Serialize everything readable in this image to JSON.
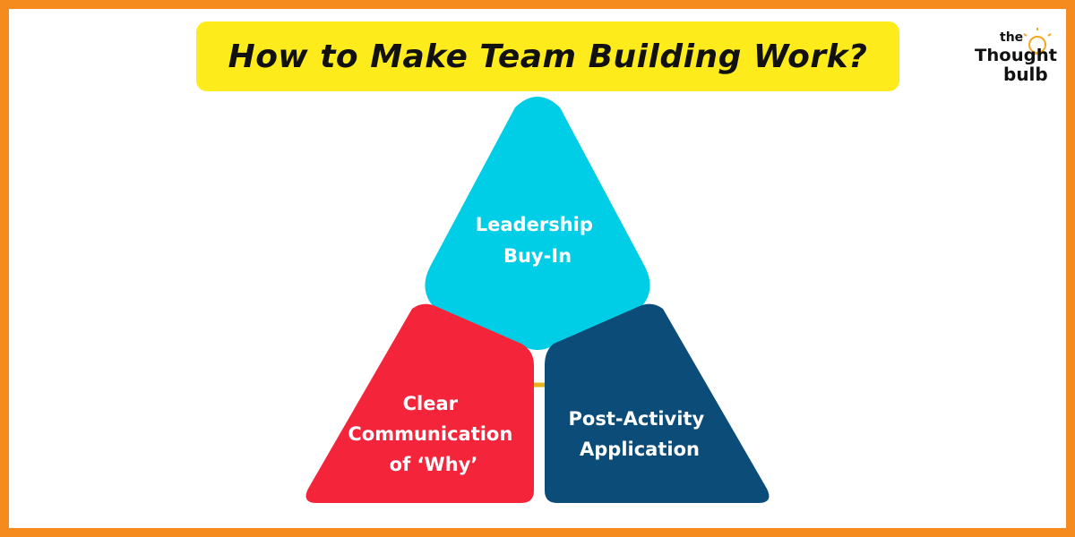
{
  "title": "How to Make Team Building Work?",
  "logo": {
    "line1": "the",
    "line2": "Thought",
    "line3": "bulb",
    "icon": "lightbulb-icon"
  },
  "nodes": [
    {
      "id": "top",
      "lines": [
        "Leadership",
        "Buy-In"
      ],
      "color": "#00cde6"
    },
    {
      "id": "left",
      "lines": [
        "Clear",
        "Communication",
        "of ‘Why’"
      ],
      "color": "#f4253a"
    },
    {
      "id": "right",
      "lines": [
        "Post-Activity",
        "Application"
      ],
      "color": "#0c4c78"
    }
  ],
  "colors": {
    "border": "#f58a1f",
    "banner": "#fdeb1c",
    "connector": "#e8b21c"
  }
}
